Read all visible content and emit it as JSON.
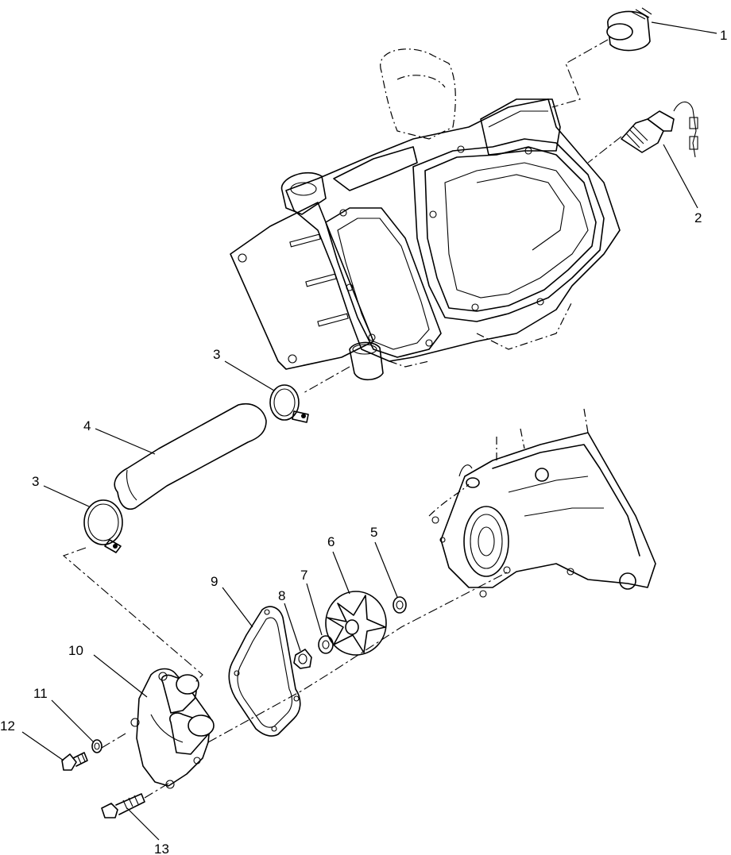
{
  "callouts": [
    {
      "id": "1",
      "text": "1"
    },
    {
      "id": "2",
      "text": "2"
    },
    {
      "id": "3a",
      "text": "3"
    },
    {
      "id": "4",
      "text": "4"
    },
    {
      "id": "3b",
      "text": "3"
    },
    {
      "id": "5",
      "text": "5"
    },
    {
      "id": "6",
      "text": "6"
    },
    {
      "id": "7",
      "text": "7"
    },
    {
      "id": "8",
      "text": "8"
    },
    {
      "id": "9",
      "text": "9"
    },
    {
      "id": "10",
      "text": "10"
    },
    {
      "id": "11",
      "text": "11"
    },
    {
      "id": "12",
      "text": "12"
    },
    {
      "id": "13",
      "text": "13"
    }
  ]
}
